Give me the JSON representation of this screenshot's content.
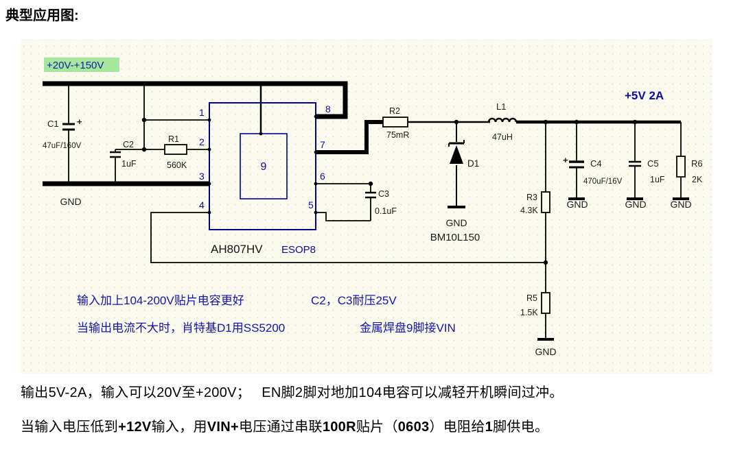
{
  "title": "典型应用图:",
  "colors": {
    "navy": "#0a0aa0",
    "green_highlight": "#a6e79e",
    "wire": "#000000",
    "background": "#fbfaef"
  },
  "schematic": {
    "input_label": "+20V-+150V",
    "output_label": "+5V 2A",
    "gnd": "GND",
    "plus": "+",
    "ic": {
      "name": "AH807HV",
      "package": "ESOP8",
      "pad": "9",
      "pins": [
        "1",
        "2",
        "3",
        "4",
        "5",
        "6",
        "7",
        "8"
      ]
    },
    "components": {
      "c1": {
        "ref": "C1",
        "val": "47uF/160V"
      },
      "c2": {
        "ref": "C2",
        "val": "1uF"
      },
      "r1": {
        "ref": "R1",
        "val": "560K"
      },
      "r2": {
        "ref": "R2",
        "val": "75mR"
      },
      "c3": {
        "ref": "C3",
        "val": "0.1uF"
      },
      "d1": {
        "ref": "D1",
        "val": "BM10L150"
      },
      "l1": {
        "ref": "L1",
        "val": "47uH"
      },
      "c4": {
        "ref": "C4",
        "val": "470uF/16V"
      },
      "c5": {
        "ref": "C5",
        "val": "1uF"
      },
      "r6": {
        "ref": "R6",
        "val": "2K"
      },
      "r3": {
        "ref": "R3",
        "val": "4.3K"
      },
      "r5": {
        "ref": "R5",
        "val": "1.5K"
      }
    },
    "annotations": {
      "a1": "输入加上104-200V贴片电容更好",
      "a2": "C2，C3耐压25V",
      "a3": "当输出电流不大时，肖特基D1用SS5200",
      "a4": "金属焊盘9脚接VIN"
    }
  },
  "notes": {
    "line1": "输出5V-2A，输入可以20V至+200V；　 EN脚2脚对地加104电容可以减轻开机瞬间过冲。",
    "line2": [
      {
        "t": "当输入电压低到"
      },
      {
        "t": "+12V"
      },
      {
        "t": "输入，用"
      },
      {
        "t": "VIN+"
      },
      {
        "t": "电压通过串联"
      },
      {
        "t": "100R"
      },
      {
        "t": "贴片（"
      },
      {
        "t": "0603"
      },
      {
        "t": "）电阻给"
      },
      {
        "t": "1"
      },
      {
        "t": "脚供电。"
      }
    ]
  }
}
